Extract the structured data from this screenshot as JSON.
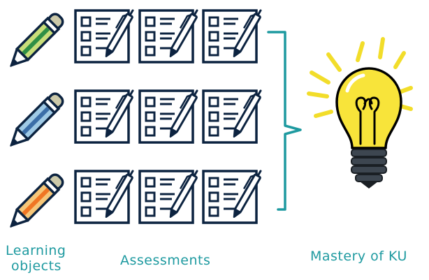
{
  "captions": {
    "learning_objects_line1": "Learning",
    "learning_objects_line2": "objects",
    "assessments": "Assessments",
    "mastery": "Mastery of KU"
  },
  "colors": {
    "outline": "#0c2340",
    "teal": "#1e9aa0",
    "bulb_yellow": "#f8e43a",
    "ray_yellow": "#f2dd2a",
    "bulb_base": "#3d4650"
  },
  "pencils": [
    {
      "name": "pencil-1",
      "body": "#c9de7a",
      "stripe": "#2f8f45",
      "eraser": "#ccc9a9"
    },
    {
      "name": "pencil-2",
      "body": "#9fcae6",
      "stripe": "#3b6ea8",
      "eraser": "#ccc9a9"
    },
    {
      "name": "pencil-3",
      "body": "#f6c779",
      "stripe": "#ef7624",
      "eraser": "#ccc9a9"
    }
  ],
  "icons": {
    "pencil": "pencil-icon",
    "assessment": "checklist-icon",
    "brace": "brace-icon",
    "bulb": "lightbulb-icon"
  },
  "assessments": {
    "rows": 3,
    "per_row": 3
  }
}
